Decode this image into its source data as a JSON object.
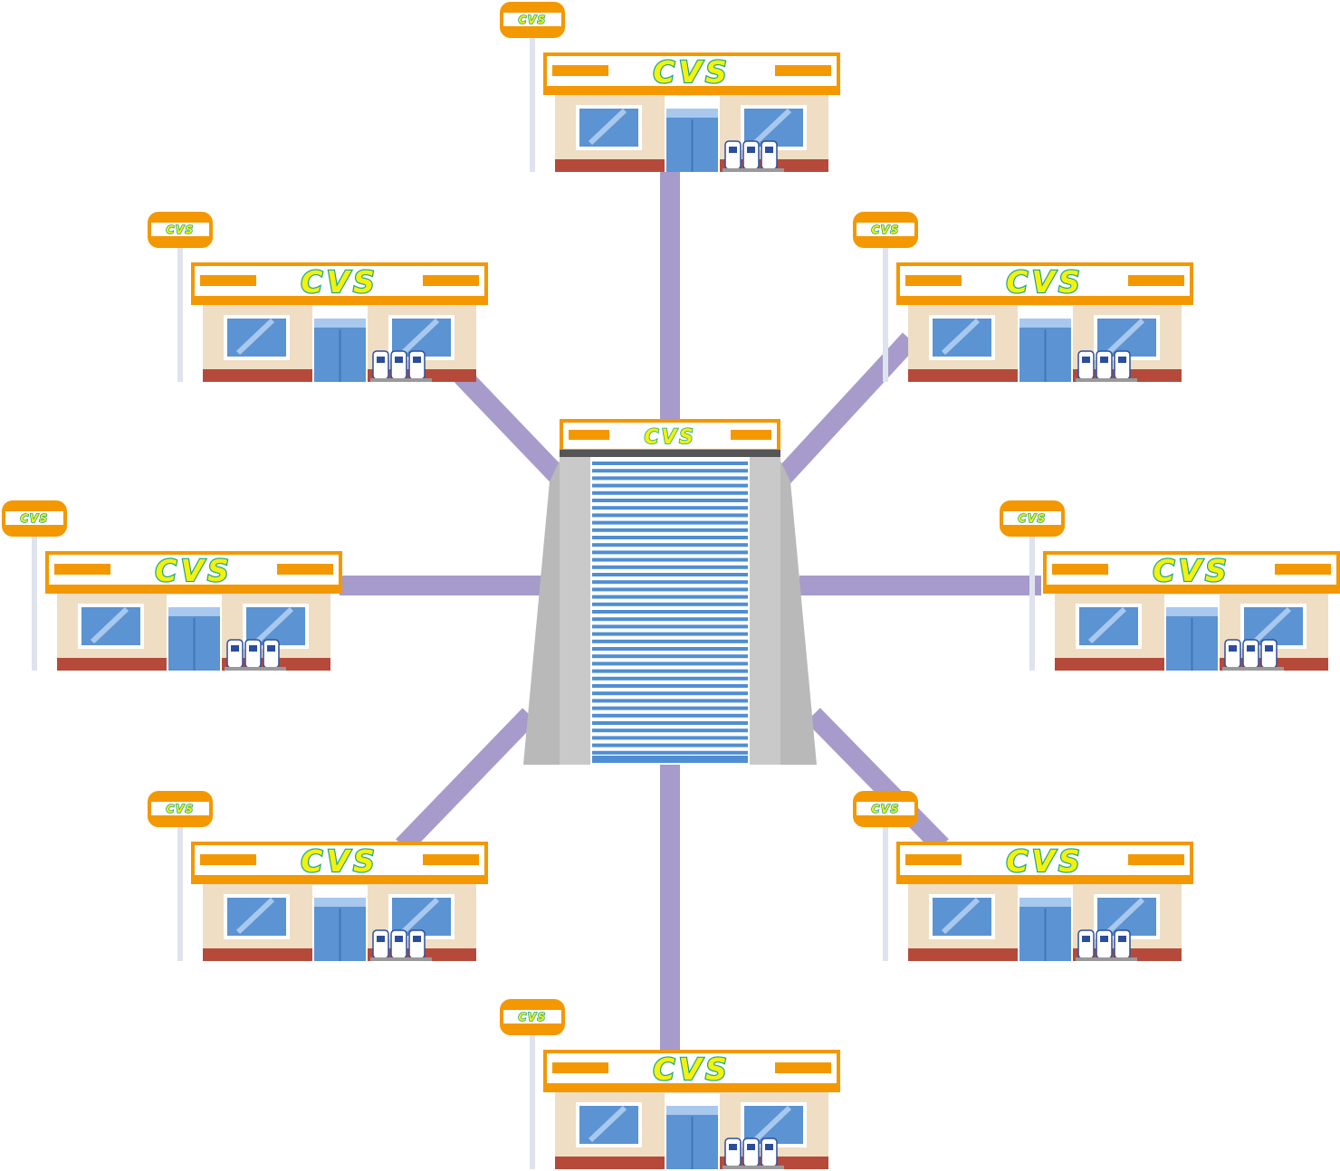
{
  "brand": {
    "logo_text": "CVS",
    "colors": {
      "orange": "#f39800",
      "orange_dark": "#e58a00",
      "logo_fill": "#f4f10a",
      "logo_outline": "#15a58a",
      "wall": "#efdec3",
      "window": "#5b93d3",
      "window_light": "#a8c8ee",
      "brick": "#b64a3a",
      "connector": "#a69bcb",
      "pole": "#dfe3ee",
      "hq_gray": "#b9b9b9",
      "hq_light": "#c9c9c9",
      "hq_stripe": "#4f8ed3"
    }
  },
  "headquarters": {
    "label": "CVS",
    "icon": "office-building-icon"
  },
  "stores": [
    {
      "id": "store-top",
      "label": "CVS",
      "icon": "convenience-store-icon"
    },
    {
      "id": "store-top-right",
      "label": "CVS",
      "icon": "convenience-store-icon"
    },
    {
      "id": "store-right",
      "label": "CVS",
      "icon": "convenience-store-icon"
    },
    {
      "id": "store-bottom-right",
      "label": "CVS",
      "icon": "convenience-store-icon"
    },
    {
      "id": "store-bottom",
      "label": "CVS",
      "icon": "convenience-store-icon"
    },
    {
      "id": "store-bottom-left",
      "label": "CVS",
      "icon": "convenience-store-icon"
    },
    {
      "id": "store-left",
      "label": "CVS",
      "icon": "convenience-store-icon"
    },
    {
      "id": "store-top-left",
      "label": "CVS",
      "icon": "convenience-store-icon"
    }
  ]
}
